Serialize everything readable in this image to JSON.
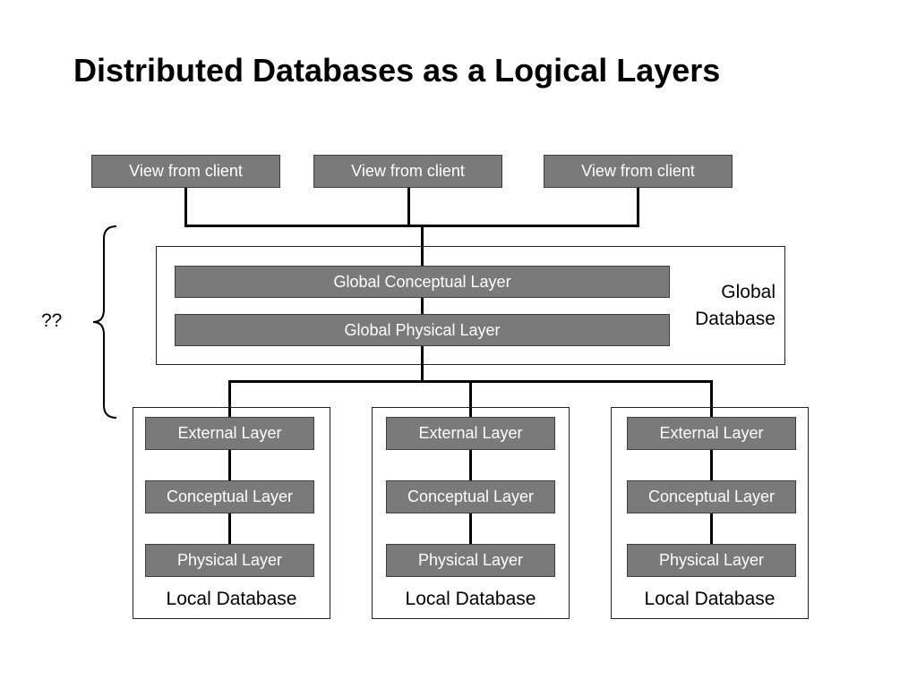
{
  "slide": {
    "title": "Distributed Databases as a Logical Layers"
  },
  "clients": [
    {
      "label": "View from client"
    },
    {
      "label": "View from client"
    },
    {
      "label": "View from client"
    }
  ],
  "global": {
    "conceptual_label": "Global Conceptual Layer",
    "physical_label": "Global Physical Layer",
    "name_line1": "Global",
    "name_line2": "Database"
  },
  "brace_label": "??",
  "locals": [
    {
      "external": "External Layer",
      "conceptual": "Conceptual Layer",
      "physical": "Physical Layer",
      "name": "Local Database"
    },
    {
      "external": "External Layer",
      "conceptual": "Conceptual Layer",
      "physical": "Physical Layer",
      "name": "Local Database"
    },
    {
      "external": "External Layer",
      "conceptual": "Conceptual Layer",
      "physical": "Physical Layer",
      "name": "Local Database"
    }
  ],
  "colors": {
    "box_fill": "#7a7a7a",
    "box_text": "#ffffff",
    "line": "#000000"
  }
}
